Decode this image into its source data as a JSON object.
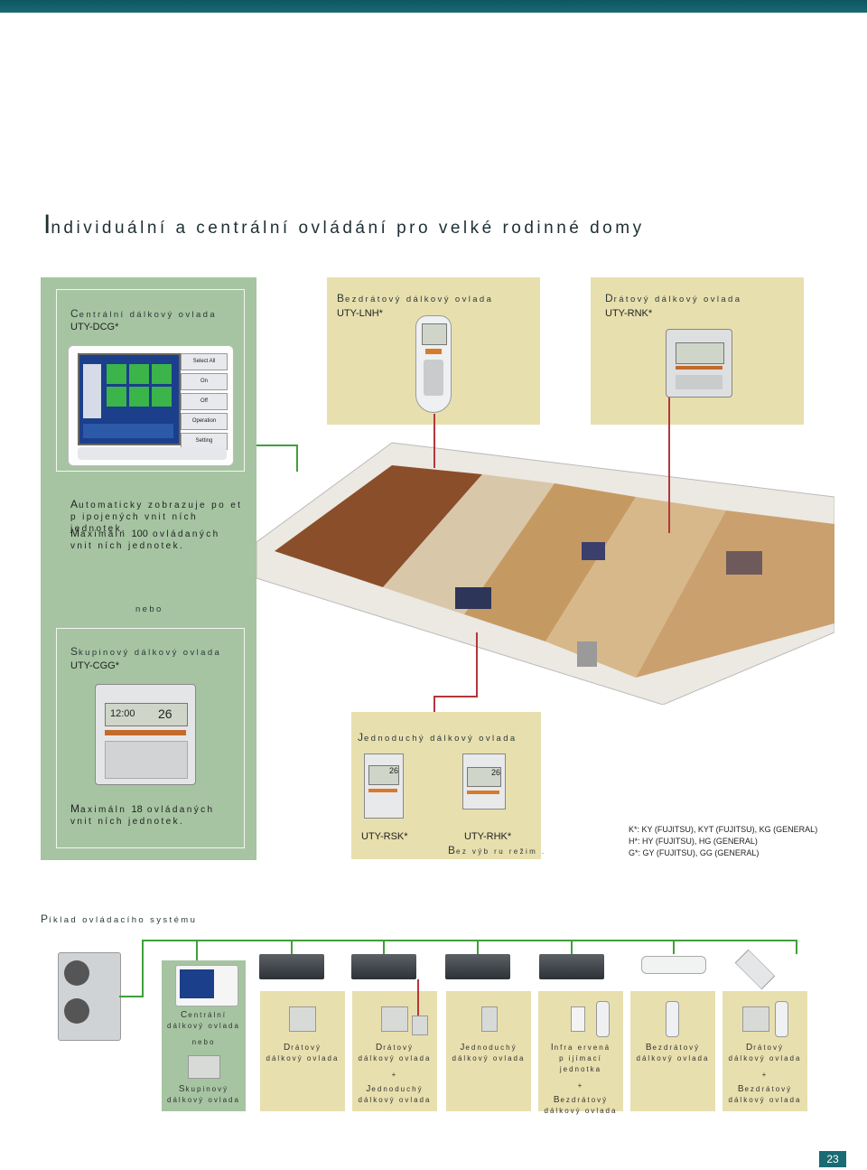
{
  "page": {
    "title_cap": "I",
    "title_rest": "ndividuální a centrální ovládání pro velké rodinné domy",
    "page_number": "23"
  },
  "central": {
    "label_cap": "C",
    "label_rest": "entrální dálkový ovlada",
    "model": "UTY-DCG*",
    "note1_cap": "A",
    "note1_rest": "utomaticky zobrazuje po et",
    "note1_line2": "p ipojených vnit ních jednotek.",
    "note2_cap": "M",
    "note2_rest": "aximáln",
    "note2_num": "100",
    "note2_tail": "ovládaných",
    "note2_line2": "vnit ních jednotek.",
    "or": "nebo",
    "screen_buttons": [
      "Select All",
      "On",
      "Off",
      "Operation",
      "Setting"
    ]
  },
  "group": {
    "label_cap": "S",
    "label_rest": "kupinový dálkový ovlada",
    "model": "UTY-CGG*",
    "note_cap": "M",
    "note_rest": "aximáln",
    "note_num": "18",
    "note_tail": "ovládaných",
    "note_line2": "vnit ních jednotek.",
    "lcd_time": "12:00",
    "lcd_temp": "26"
  },
  "wireless": {
    "label_cap": "B",
    "label_rest": "ezdrátový dálkový ovlada",
    "model": "UTY-LNH*"
  },
  "wired": {
    "label_cap": "D",
    "label_rest": "rátový dálkový ovlada",
    "model": "UTY-RNK*"
  },
  "simple": {
    "label_cap": "J",
    "label_rest": "ednoduchý dálkový ovlada",
    "model1": "UTY-RSK*",
    "model2": "UTY-RHK*",
    "model2_note_cap": "B",
    "model2_note_rest": "ez výb ru režim .",
    "lcd_temp": "26"
  },
  "legend": {
    "lines": [
      "K*: KY (FUJITSU), KYT (FUJITSU), KG (GENERAL)",
      "H*: HY (FUJITSU), HG (GENERAL)",
      "G*: GY (FUJITSU), GG (GENERAL)"
    ]
  },
  "example": {
    "heading_cap": "P",
    "heading_rest": "íklad ovládacího systému",
    "central_cap": "C",
    "central_rest": "entrální",
    "central_line2": "dálkový ovlada",
    "or": "nebo",
    "group_cap": "S",
    "group_rest": "kupinový",
    "group_line2": "dálkový ovlada",
    "columns": [
      {
        "l1_cap": "D",
        "l1": "rátový",
        "l2": "dálkový ovlada",
        "plus": "",
        "l3_cap": "",
        "l3": "",
        "l4": ""
      },
      {
        "l1_cap": "D",
        "l1": "rátový",
        "l2": "dálkový ovlada",
        "plus": "+",
        "l3_cap": "J",
        "l3": "ednoduchý",
        "l4": "dálkový ovlada"
      },
      {
        "l1_cap": "J",
        "l1": "ednoduchý",
        "l2": "dálkový ovlada",
        "plus": "",
        "l3_cap": "",
        "l3": "",
        "l4": ""
      },
      {
        "l1_cap": "I",
        "l1": "nfra ervená",
        "l2": "p ijímací jednotka",
        "plus": "+",
        "l3_cap": "B",
        "l3": "ezdrátový",
        "l4": "dálkový ovlada"
      },
      {
        "l1_cap": "B",
        "l1": "ezdrátový",
        "l2": "dálkový ovlada",
        "plus": "",
        "l3_cap": "",
        "l3": "",
        "l4": ""
      },
      {
        "l1_cap": "D",
        "l1": "rátový",
        "l2": "dálkový ovlada",
        "plus": "+",
        "l3_cap": "B",
        "l3": "ezdrátový",
        "l4": "dálkový ovlada"
      }
    ]
  },
  "colors": {
    "accent": "#1a6b73",
    "panel_green": "#a6c4a2",
    "panel_tan": "#e8dfae",
    "line_green": "#3fa03a",
    "line_red": "#b3373c"
  }
}
